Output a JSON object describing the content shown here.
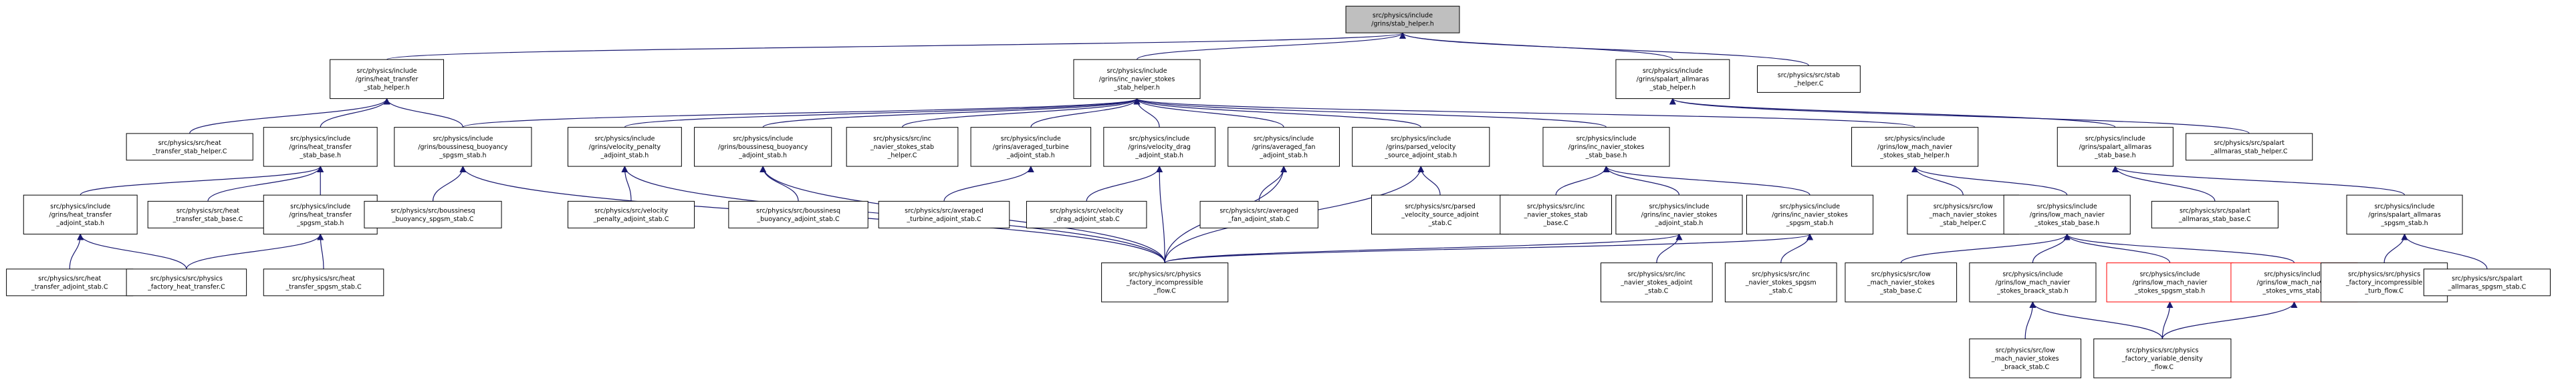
{
  "colors": {
    "root_fill": "#bfbfbf",
    "node_fill": "#ffffff",
    "node_border": "#000000",
    "highlight_border": "#ff0000",
    "edge": "#191970"
  },
  "nodes": [
    {
      "id": "stab_helper_h",
      "lines": [
        "src/physics/include",
        "/grins/stab_helper.h"
      ],
      "root": true
    },
    {
      "id": "heat_transfer_stab_helper_h",
      "lines": [
        "src/physics/include",
        "/grins/heat_transfer",
        "_stab_helper.h"
      ]
    },
    {
      "id": "inc_navier_stokes_stab_helper_h",
      "lines": [
        "src/physics/include",
        "/grins/inc_navier_stokes",
        "_stab_helper.h"
      ]
    },
    {
      "id": "spalart_allmaras_stab_helper_h",
      "lines": [
        "src/physics/include",
        "/grins/spalart_allmaras",
        "_stab_helper.h"
      ]
    },
    {
      "id": "stab_helper_C",
      "lines": [
        "src/physics/src/stab",
        "_helper.C"
      ]
    },
    {
      "id": "heat_transfer_stab_helper_C",
      "lines": [
        "src/physics/src/heat",
        "_transfer_stab_helper.C"
      ]
    },
    {
      "id": "heat_transfer_stab_base_h",
      "lines": [
        "src/physics/include",
        "/grins/heat_transfer",
        "_stab_base.h"
      ]
    },
    {
      "id": "boussinesq_buoyancy_spgsm_stab_h",
      "lines": [
        "src/physics/include",
        "/grins/boussinesq_buoyancy",
        "_spgsm_stab.h"
      ]
    },
    {
      "id": "velocity_penalty_adjoint_stab_h",
      "lines": [
        "src/physics/include",
        "/grins/velocity_penalty",
        "_adjoint_stab.h"
      ]
    },
    {
      "id": "boussinesq_buoyancy_adjoint_stab_h",
      "lines": [
        "src/physics/include",
        "/grins/boussinesq_buoyancy",
        "_adjoint_stab.h"
      ]
    },
    {
      "id": "inc_navier_stokes_stab_helper_C",
      "lines": [
        "src/physics/src/inc",
        "_navier_stokes_stab",
        "_helper.C"
      ]
    },
    {
      "id": "averaged_turbine_adjoint_stab_h",
      "lines": [
        "src/physics/include",
        "/grins/averaged_turbine",
        "_adjoint_stab.h"
      ]
    },
    {
      "id": "velocity_drag_adjoint_stab_h",
      "lines": [
        "src/physics/include",
        "/grins/velocity_drag",
        "_adjoint_stab.h"
      ]
    },
    {
      "id": "averaged_fan_adjoint_stab_h",
      "lines": [
        "src/physics/include",
        "/grins/averaged_fan",
        "_adjoint_stab.h"
      ]
    },
    {
      "id": "parsed_velocity_source_adjoint_stab_h",
      "lines": [
        "src/physics/include",
        "/grins/parsed_velocity",
        "_source_adjoint_stab.h"
      ]
    },
    {
      "id": "inc_navier_stokes_stab_base_h",
      "lines": [
        "src/physics/include",
        "/grins/inc_navier_stokes",
        "_stab_base.h"
      ]
    },
    {
      "id": "low_mach_navier_stokes_stab_helper_h",
      "lines": [
        "src/physics/include",
        "/grins/low_mach_navier",
        "_stokes_stab_helper.h"
      ]
    },
    {
      "id": "spalart_allmaras_stab_base_h",
      "lines": [
        "src/physics/include",
        "/grins/spalart_allmaras",
        "_stab_base.h"
      ]
    },
    {
      "id": "spalart_allmaras_stab_helper_C",
      "lines": [
        "src/physics/src/spalart",
        "_allmaras_stab_helper.C"
      ]
    },
    {
      "id": "heat_transfer_adjoint_stab_h",
      "lines": [
        "src/physics/include",
        "/grins/heat_transfer",
        "_adjoint_stab.h"
      ]
    },
    {
      "id": "heat_transfer_stab_base_C",
      "lines": [
        "src/physics/src/heat",
        "_transfer_stab_base.C"
      ]
    },
    {
      "id": "heat_transfer_spgsm_stab_h",
      "lines": [
        "src/physics/include",
        "/grins/heat_transfer",
        "_spgsm_stab.h"
      ]
    },
    {
      "id": "boussinesq_buoyancy_spgsm_stab_C",
      "lines": [
        "src/physics/src/boussinesq",
        "_buoyancy_spgsm_stab.C"
      ]
    },
    {
      "id": "velocity_penalty_adjoint_stab_C",
      "lines": [
        "src/physics/src/velocity",
        "_penalty_adjoint_stab.C"
      ]
    },
    {
      "id": "boussinesq_buoyancy_adjoint_stab_C",
      "lines": [
        "src/physics/src/boussinesq",
        "_buoyancy_adjoint_stab.C"
      ]
    },
    {
      "id": "averaged_turbine_adjoint_stab_C",
      "lines": [
        "src/physics/src/averaged",
        "_turbine_adjoint_stab.C"
      ]
    },
    {
      "id": "velocity_drag_adjoint_stab_C",
      "lines": [
        "src/physics/src/velocity",
        "_drag_adjoint_stab.C"
      ]
    },
    {
      "id": "averaged_fan_adjoint_stab_C",
      "lines": [
        "src/physics/src/averaged",
        "_fan_adjoint_stab.C"
      ]
    },
    {
      "id": "parsed_velocity_source_adjoint_stab_C",
      "lines": [
        "src/physics/src/parsed",
        "_velocity_source_adjoint",
        "_stab.C"
      ]
    },
    {
      "id": "inc_navier_stokes_stab_base_C",
      "lines": [
        "src/physics/src/inc",
        "_navier_stokes_stab",
        "_base.C"
      ]
    },
    {
      "id": "inc_navier_stokes_adjoint_stab_h",
      "lines": [
        "src/physics/include",
        "/grins/inc_navier_stokes",
        "_adjoint_stab.h"
      ]
    },
    {
      "id": "inc_navier_stokes_spgsm_stab_h",
      "lines": [
        "src/physics/include",
        "/grins/inc_navier_stokes",
        "_spgsm_stab.h"
      ]
    },
    {
      "id": "low_mach_navier_stokes_stab_helper_C",
      "lines": [
        "src/physics/src/low",
        "_mach_navier_stokes",
        "_stab_helper.C"
      ]
    },
    {
      "id": "low_mach_navier_stokes_stab_base_h",
      "lines": [
        "src/physics/include",
        "/grins/low_mach_navier",
        "_stokes_stab_base.h"
      ]
    },
    {
      "id": "spalart_allmaras_stab_base_C",
      "lines": [
        "src/physics/src/spalart",
        "_allmaras_stab_base.C"
      ]
    },
    {
      "id": "spalart_allmaras_spgsm_stab_h",
      "lines": [
        "src/physics/include",
        "/grins/spalart_allmaras",
        "_spgsm_stab.h"
      ]
    },
    {
      "id": "heat_transfer_adjoint_stab_C",
      "lines": [
        "src/physics/src/heat",
        "_transfer_adjoint_stab.C"
      ]
    },
    {
      "id": "physics_factory_heat_transfer_C",
      "lines": [
        "src/physics/src/physics",
        "_factory_heat_transfer.C"
      ]
    },
    {
      "id": "heat_transfer_spgsm_stab_C",
      "lines": [
        "src/physics/src/heat",
        "_transfer_spgsm_stab.C"
      ]
    },
    {
      "id": "physics_factory_incompressible_flow_C",
      "lines": [
        "src/physics/src/physics",
        "_factory_incompressible",
        "_flow.C"
      ]
    },
    {
      "id": "inc_navier_stokes_adjoint_stab_C",
      "lines": [
        "src/physics/src/inc",
        "_navier_stokes_adjoint",
        "_stab.C"
      ]
    },
    {
      "id": "inc_navier_stokes_spgsm_stab_C",
      "lines": [
        "src/physics/src/inc",
        "_navier_stokes_spgsm",
        "_stab.C"
      ]
    },
    {
      "id": "low_mach_navier_stokes_stab_base_C",
      "lines": [
        "src/physics/src/low",
        "_mach_navier_stokes",
        "_stab_base.C"
      ]
    },
    {
      "id": "low_mach_navier_stokes_braack_stab_h",
      "lines": [
        "src/physics/include",
        "/grins/low_mach_navier",
        "_stokes_braack_stab.h"
      ]
    },
    {
      "id": "low_mach_navier_stokes_spgsm_stab_h",
      "lines": [
        "src/physics/include",
        "/grins/low_mach_navier",
        "_stokes_spgsm_stab.h"
      ],
      "highlight": true
    },
    {
      "id": "low_mach_navier_stokes_vms_stab_h",
      "lines": [
        "src/physics/include",
        "/grins/low_mach_navier",
        "_stokes_vms_stab.h"
      ],
      "highlight": true
    },
    {
      "id": "physics_factory_incompressible_turb_flow_C",
      "lines": [
        "src/physics/src/physics",
        "_factory_incompressible",
        "_turb_flow.C"
      ]
    },
    {
      "id": "spalart_allmaras_spgsm_stab_C",
      "lines": [
        "src/physics/src/spalart",
        "_allmaras_spgsm_stab.C"
      ]
    },
    {
      "id": "low_mach_navier_stokes_braack_stab_C",
      "lines": [
        "src/physics/src/low",
        "_mach_navier_stokes",
        "_braack_stab.C"
      ]
    },
    {
      "id": "physics_factory_variable_density_flow_C",
      "lines": [
        "src/physics/src/physics",
        "_factory_variable_density",
        "_flow.C"
      ]
    }
  ],
  "edges": [
    [
      "heat_transfer_stab_helper_h",
      "stab_helper_h"
    ],
    [
      "inc_navier_stokes_stab_helper_h",
      "stab_helper_h"
    ],
    [
      "spalart_allmaras_stab_helper_h",
      "stab_helper_h"
    ],
    [
      "stab_helper_C",
      "stab_helper_h"
    ],
    [
      "heat_transfer_stab_helper_C",
      "heat_transfer_stab_helper_h"
    ],
    [
      "heat_transfer_stab_base_h",
      "heat_transfer_stab_helper_h"
    ],
    [
      "boussinesq_buoyancy_spgsm_stab_h",
      "heat_transfer_stab_helper_h"
    ],
    [
      "boussinesq_buoyancy_spgsm_stab_h",
      "inc_navier_stokes_stab_helper_h"
    ],
    [
      "velocity_penalty_adjoint_stab_h",
      "inc_navier_stokes_stab_helper_h"
    ],
    [
      "boussinesq_buoyancy_adjoint_stab_h",
      "inc_navier_stokes_stab_helper_h"
    ],
    [
      "inc_navier_stokes_stab_helper_C",
      "inc_navier_stokes_stab_helper_h"
    ],
    [
      "averaged_turbine_adjoint_stab_h",
      "inc_navier_stokes_stab_helper_h"
    ],
    [
      "velocity_drag_adjoint_stab_h",
      "inc_navier_stokes_stab_helper_h"
    ],
    [
      "averaged_fan_adjoint_stab_h",
      "inc_navier_stokes_stab_helper_h"
    ],
    [
      "parsed_velocity_source_adjoint_stab_h",
      "inc_navier_stokes_stab_helper_h"
    ],
    [
      "inc_navier_stokes_stab_base_h",
      "inc_navier_stokes_stab_helper_h"
    ],
    [
      "low_mach_navier_stokes_stab_helper_h",
      "inc_navier_stokes_stab_helper_h"
    ],
    [
      "spalart_allmaras_stab_base_h",
      "spalart_allmaras_stab_helper_h"
    ],
    [
      "spalart_allmaras_stab_helper_C",
      "spalart_allmaras_stab_helper_h"
    ],
    [
      "heat_transfer_adjoint_stab_h",
      "heat_transfer_stab_base_h"
    ],
    [
      "heat_transfer_stab_base_C",
      "heat_transfer_stab_base_h"
    ],
    [
      "heat_transfer_spgsm_stab_h",
      "heat_transfer_stab_base_h"
    ],
    [
      "boussinesq_buoyancy_spgsm_stab_C",
      "boussinesq_buoyancy_spgsm_stab_h"
    ],
    [
      "physics_factory_incompressible_flow_C",
      "boussinesq_buoyancy_spgsm_stab_h"
    ],
    [
      "velocity_penalty_adjoint_stab_C",
      "velocity_penalty_adjoint_stab_h"
    ],
    [
      "physics_factory_incompressible_flow_C",
      "velocity_penalty_adjoint_stab_h"
    ],
    [
      "boussinesq_buoyancy_adjoint_stab_C",
      "boussinesq_buoyancy_adjoint_stab_h"
    ],
    [
      "physics_factory_incompressible_flow_C",
      "boussinesq_buoyancy_adjoint_stab_h"
    ],
    [
      "averaged_turbine_adjoint_stab_C",
      "averaged_turbine_adjoint_stab_h"
    ],
    [
      "velocity_drag_adjoint_stab_C",
      "velocity_drag_adjoint_stab_h"
    ],
    [
      "physics_factory_incompressible_flow_C",
      "velocity_drag_adjoint_stab_h"
    ],
    [
      "averaged_fan_adjoint_stab_C",
      "averaged_fan_adjoint_stab_h"
    ],
    [
      "physics_factory_incompressible_flow_C",
      "averaged_fan_adjoint_stab_h"
    ],
    [
      "parsed_velocity_source_adjoint_stab_C",
      "parsed_velocity_source_adjoint_stab_h"
    ],
    [
      "physics_factory_incompressible_flow_C",
      "parsed_velocity_source_adjoint_stab_h"
    ],
    [
      "inc_navier_stokes_stab_base_C",
      "inc_navier_stokes_stab_base_h"
    ],
    [
      "inc_navier_stokes_adjoint_stab_h",
      "inc_navier_stokes_stab_base_h"
    ],
    [
      "inc_navier_stokes_spgsm_stab_h",
      "inc_navier_stokes_stab_base_h"
    ],
    [
      "low_mach_navier_stokes_stab_helper_C",
      "low_mach_navier_stokes_stab_helper_h"
    ],
    [
      "low_mach_navier_stokes_stab_base_h",
      "low_mach_navier_stokes_stab_helper_h"
    ],
    [
      "spalart_allmaras_stab_base_C",
      "spalart_allmaras_stab_base_h"
    ],
    [
      "spalart_allmaras_spgsm_stab_h",
      "spalart_allmaras_stab_base_h"
    ],
    [
      "heat_transfer_adjoint_stab_C",
      "heat_transfer_adjoint_stab_h"
    ],
    [
      "physics_factory_heat_transfer_C",
      "heat_transfer_adjoint_stab_h"
    ],
    [
      "physics_factory_heat_transfer_C",
      "heat_transfer_spgsm_stab_h"
    ],
    [
      "heat_transfer_spgsm_stab_C",
      "heat_transfer_spgsm_stab_h"
    ],
    [
      "inc_navier_stokes_adjoint_stab_C",
      "inc_navier_stokes_adjoint_stab_h"
    ],
    [
      "physics_factory_incompressible_flow_C",
      "inc_navier_stokes_adjoint_stab_h"
    ],
    [
      "inc_navier_stokes_spgsm_stab_C",
      "inc_navier_stokes_spgsm_stab_h"
    ],
    [
      "physics_factory_incompressible_flow_C",
      "inc_navier_stokes_spgsm_stab_h"
    ],
    [
      "low_mach_navier_stokes_stab_base_C",
      "low_mach_navier_stokes_stab_base_h"
    ],
    [
      "low_mach_navier_stokes_braack_stab_h",
      "low_mach_navier_stokes_stab_base_h"
    ],
    [
      "low_mach_navier_stokes_spgsm_stab_h",
      "low_mach_navier_stokes_stab_base_h"
    ],
    [
      "low_mach_navier_stokes_vms_stab_h",
      "low_mach_navier_stokes_stab_base_h"
    ],
    [
      "physics_factory_incompressible_turb_flow_C",
      "spalart_allmaras_spgsm_stab_h"
    ],
    [
      "spalart_allmaras_spgsm_stab_C",
      "spalart_allmaras_spgsm_stab_h"
    ],
    [
      "low_mach_navier_stokes_braack_stab_C",
      "low_mach_navier_stokes_braack_stab_h"
    ],
    [
      "physics_factory_variable_density_flow_C",
      "low_mach_navier_stokes_braack_stab_h"
    ],
    [
      "physics_factory_variable_density_flow_C",
      "low_mach_navier_stokes_spgsm_stab_h"
    ],
    [
      "physics_factory_variable_density_flow_C",
      "low_mach_navier_stokes_vms_stab_h"
    ]
  ]
}
